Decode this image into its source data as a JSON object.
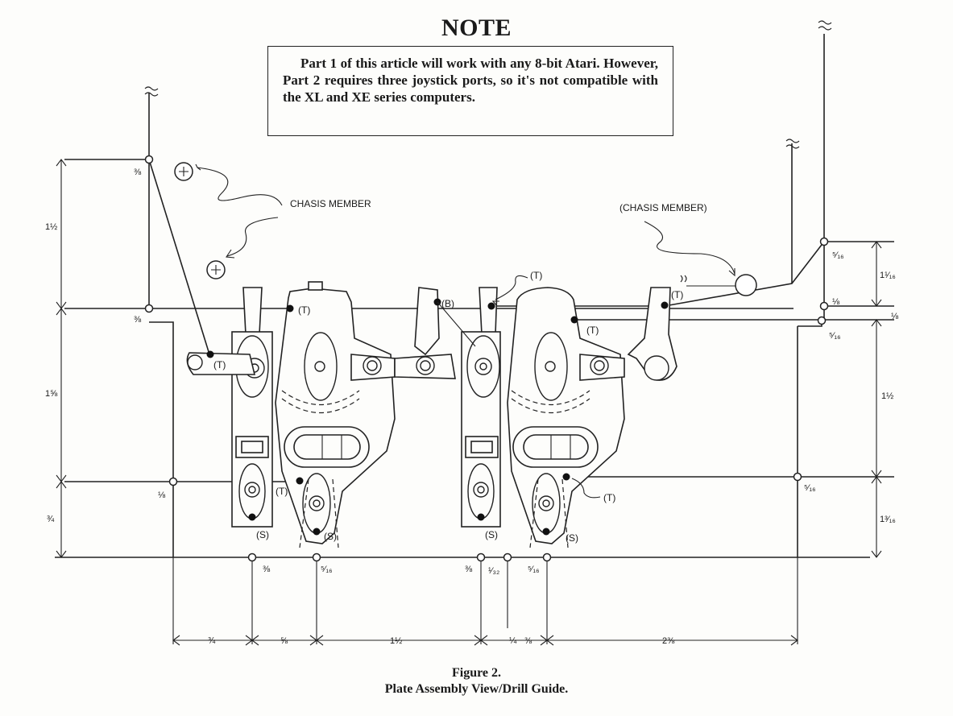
{
  "note": {
    "title": "NOTE",
    "text": "Part 1 of this article will work with any 8-bit Atari. However, Part 2 requires three joystick ports, so it's not compatible with the XL and XE series computers."
  },
  "labels": {
    "chassis_member": "CHASIS MEMBER",
    "chassis_member_paren": "(CHASIS MEMBER)",
    "t": "(T)",
    "s": "(S)",
    "b": "(B)"
  },
  "dimensions": {
    "left_vertical": [
      "1½",
      "1⅝",
      "¾"
    ],
    "right_vertical": [
      "1¹⁄₁₆",
      "1½",
      "1³⁄₁₆"
    ],
    "left_points": [
      "⅜",
      "⅜",
      "⅛"
    ],
    "right_points": [
      "⁵⁄₁₆",
      "⅛",
      "⁵⁄₁₆",
      "⁵⁄₁₆"
    ],
    "right_top_point": "⅛",
    "bottom_points": [
      "⅜",
      "⁵⁄₁₆",
      "⅜",
      "¹⁄₃₂",
      "⁵⁄₁₆"
    ],
    "bottom_horizontal": [
      "¾",
      "⅝",
      "1½",
      "¼",
      "⅜",
      "2⅜"
    ]
  },
  "caption": {
    "line1": "Figure 2.",
    "line2": "Plate Assembly View/Drill Guide."
  }
}
